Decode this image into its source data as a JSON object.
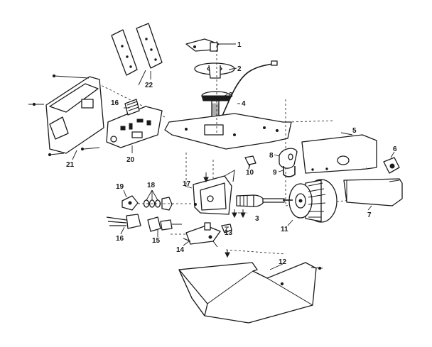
{
  "diagram": {
    "callouts": [
      {
        "id": "c1",
        "label": "1"
      },
      {
        "id": "c2",
        "label": "2"
      },
      {
        "id": "c3a",
        "label": "3"
      },
      {
        "id": "c3b",
        "label": "3"
      },
      {
        "id": "c4",
        "label": "4"
      },
      {
        "id": "c5",
        "label": "5"
      },
      {
        "id": "c6",
        "label": "6"
      },
      {
        "id": "c7",
        "label": "7"
      },
      {
        "id": "c8",
        "label": "8"
      },
      {
        "id": "c9",
        "label": "9"
      },
      {
        "id": "c10",
        "label": "10"
      },
      {
        "id": "c11",
        "label": "11"
      },
      {
        "id": "c12",
        "label": "12"
      },
      {
        "id": "c13",
        "label": "13"
      },
      {
        "id": "c14",
        "label": "14"
      },
      {
        "id": "c15",
        "label": "15"
      },
      {
        "id": "c16a",
        "label": "16"
      },
      {
        "id": "c16b",
        "label": "16"
      },
      {
        "id": "c17",
        "label": "17"
      },
      {
        "id": "c18",
        "label": "18"
      },
      {
        "id": "c19",
        "label": "19"
      },
      {
        "id": "c20",
        "label": "20"
      },
      {
        "id": "c21",
        "label": "21"
      },
      {
        "id": "c22",
        "label": "22"
      }
    ]
  }
}
